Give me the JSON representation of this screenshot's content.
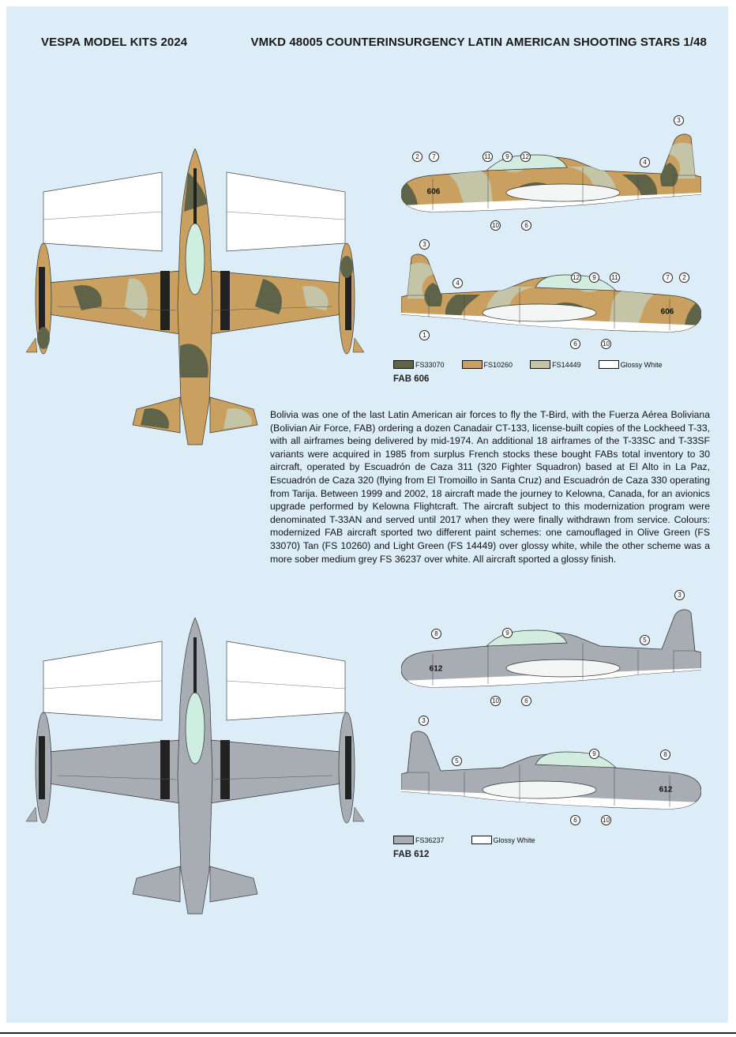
{
  "header": {
    "left": "VESPA MODEL KITS 2024",
    "right": "VMKD 48005 COUNTERINSURGENCY LATIN AMERICAN SHOOTING STARS 1/48"
  },
  "colors": {
    "background": "#dcedf8",
    "olive_green": "#5f6448",
    "tan": "#c9a060",
    "light_green": "#c4c4a6",
    "medium_grey": "#a8adb4",
    "glossy_white": "#ffffff"
  },
  "scheme1": {
    "title": "FAB 606",
    "serial": "606",
    "legend": [
      {
        "code": "FS33070",
        "color": "#5f6448"
      },
      {
        "code": "FS10260",
        "color": "#c9a060"
      },
      {
        "code": "FS14449",
        "color": "#c4c4a6"
      },
      {
        "code": "Glossy White",
        "color": "#ffffff"
      }
    ],
    "profile_left_callouts": [
      "2",
      "7",
      "11",
      "9",
      "12",
      "3",
      "4",
      "10",
      "6"
    ],
    "profile_right_callouts": [
      "3",
      "4",
      "1",
      "12",
      "9",
      "11",
      "7",
      "2",
      "6",
      "10"
    ]
  },
  "scheme2": {
    "title": "FAB 612",
    "serial": "612",
    "legend": [
      {
        "code": "FS36237",
        "color": "#a8adb4"
      },
      {
        "code": "Glossy White",
        "color": "#ffffff"
      }
    ],
    "profile_left_callouts": [
      "8",
      "9",
      "3",
      "5",
      "10",
      "6"
    ],
    "profile_right_callouts": [
      "3",
      "5",
      "9",
      "8",
      "6",
      "10"
    ]
  },
  "history_text": "Bolivia was one of the last Latin American air forces to fly the T-Bird, with the Fuerza Aérea Boliviana (Bolivian Air Force, FAB) ordering a dozen Canadair CT-133, license-built copies of the Lockheed T-33, with all airframes being delivered by mid-1974. An additional 18 airframes of the T-33SC and T-33SF variants were acquired in 1985 from surplus French stocks these bought FABs total inventory to 30 aircraft, operated by Escuadrón de Caza 311 (320 Fighter Squadron) based at El Alto in La Paz, Escuadrón de Caza 320 (flying from El Tromoillo in Santa Cruz) and Escuadrón de Caza 330 operating from Tarija. Between 1999 and 2002, 18 aircraft made the journey to Kelowna, Canada, for an avionics upgrade performed by Kelowna Flightcraft. The aircraft subject to this modernization program were denominated T-33AN and served until 2017 when they were finally withdrawn from service. Colours: modernized FAB aircraft sported two different paint schemes: one camouflaged in Olive Green (FS 33070) Tan (FS 10260) and Light Green (FS 14449) over glossy white, while the other scheme was a more sober medium grey FS 36237 over white. All aircraft sported a glossy finish."
}
